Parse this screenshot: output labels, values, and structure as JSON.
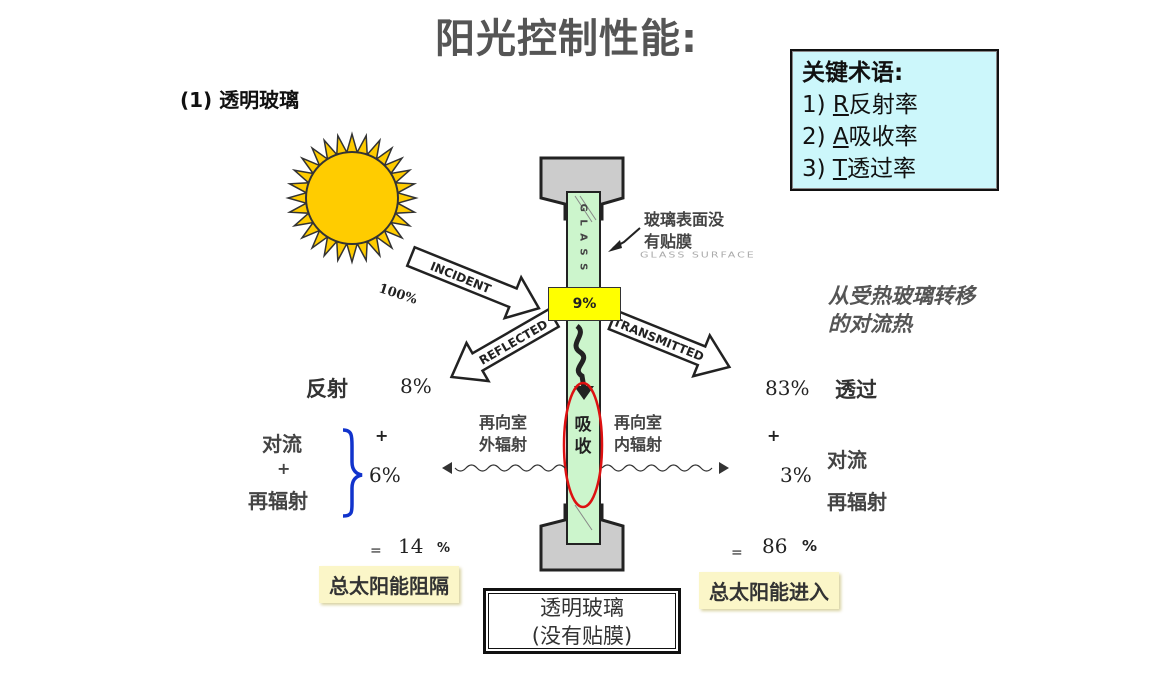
{
  "title": "阳光控制性能:",
  "subtitle": "(1) 透明玻璃",
  "key_terms": {
    "heading": "关键术语:",
    "items": [
      {
        "num": "1) ",
        "letter": "R",
        "text": "反射率"
      },
      {
        "num": "2) ",
        "letter": "A",
        "text": "吸收率"
      },
      {
        "num": "3) ",
        "letter": "T",
        "text": "透过率"
      }
    ]
  },
  "arrows": {
    "incident": "INCIDENT",
    "reflected": "REFLECTED",
    "transmitted": "TRANSMITTED"
  },
  "glass_label": "G L A S S",
  "glass_surface_text": "GLASS SURFACE",
  "incident_percent": "100%",
  "absorbed_box": "9%",
  "surface_note": [
    "玻璃表面没",
    "有贴膜"
  ],
  "convection_note": [
    "从受热玻璃转移",
    "的对流热"
  ],
  "reflect_label": "反射",
  "reflect_percent": "8%",
  "transmit_percent": "83%",
  "transmit_label": "透过",
  "absorb_label": [
    "吸",
    "收"
  ],
  "outside_radiation": [
    "再向室",
    "外辐射"
  ],
  "inside_radiation": [
    "再向室",
    "内辐射"
  ],
  "left_group": {
    "convection": "对流",
    "plus": "+",
    "reradiation": "再辐射",
    "value": "6%",
    "plus_sign": "+"
  },
  "right_group": {
    "convection": "对流",
    "reradiation": "再辐射",
    "value": "3%",
    "plus_sign": "+"
  },
  "left_total": {
    "eq": "=",
    "value": "14",
    "unit": "%"
  },
  "right_total": {
    "eq": "=",
    "value": "86",
    "unit": "%"
  },
  "left_result": "总太阳能阻隔",
  "right_result": "总太阳能进入",
  "glass_caption": [
    "透明玻璃",
    "(没有贴膜)"
  ],
  "colors": {
    "sun": "#ffcc00",
    "glass": "#ccf5cc",
    "terms_bg": "#ccf7fb",
    "highlight": "#ffff00",
    "brace": "#1133cc",
    "ellipse": "#dd1111"
  }
}
